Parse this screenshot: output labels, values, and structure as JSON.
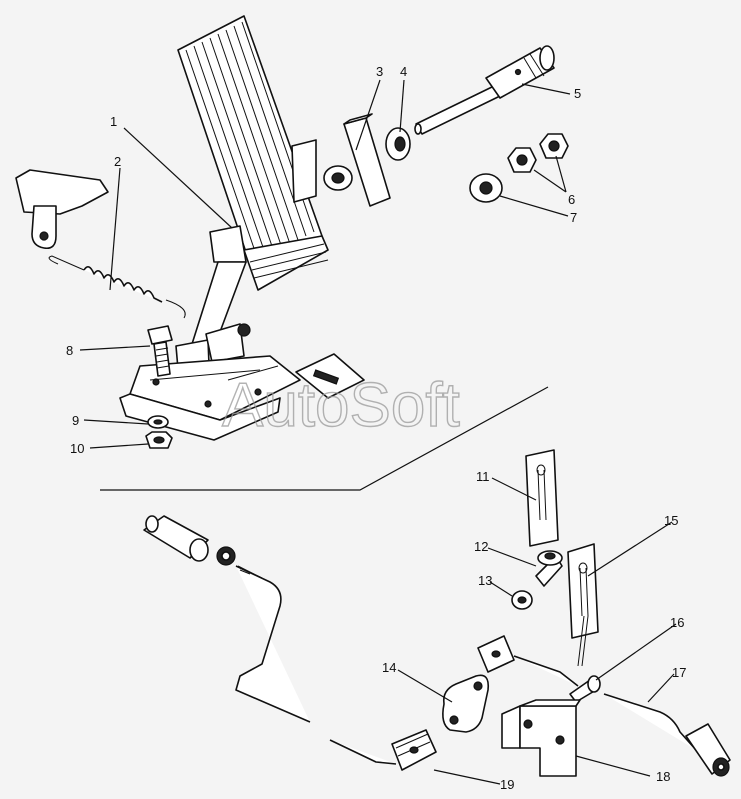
{
  "watermark": "AutoSoft",
  "callouts": [
    {
      "id": "c1",
      "label": "1"
    },
    {
      "id": "c2",
      "label": "2"
    },
    {
      "id": "c3",
      "label": "3"
    },
    {
      "id": "c4",
      "label": "4"
    },
    {
      "id": "c5",
      "label": "5"
    },
    {
      "id": "c6",
      "label": "6"
    },
    {
      "id": "c7",
      "label": "7"
    },
    {
      "id": "c8",
      "label": "8"
    },
    {
      "id": "c9",
      "label": "9"
    },
    {
      "id": "c10",
      "label": "10"
    },
    {
      "id": "c11",
      "label": "11"
    },
    {
      "id": "c12",
      "label": "12"
    },
    {
      "id": "c13",
      "label": "13"
    },
    {
      "id": "c14",
      "label": "14"
    },
    {
      "id": "c15",
      "label": "15"
    },
    {
      "id": "c16",
      "label": "16"
    },
    {
      "id": "c17",
      "label": "17"
    },
    {
      "id": "c18",
      "label": "18"
    },
    {
      "id": "c19",
      "label": "19"
    }
  ],
  "colors": {
    "ink": "#111111",
    "paper": "#f4f4f4",
    "watermark": "#9a9a9a"
  }
}
